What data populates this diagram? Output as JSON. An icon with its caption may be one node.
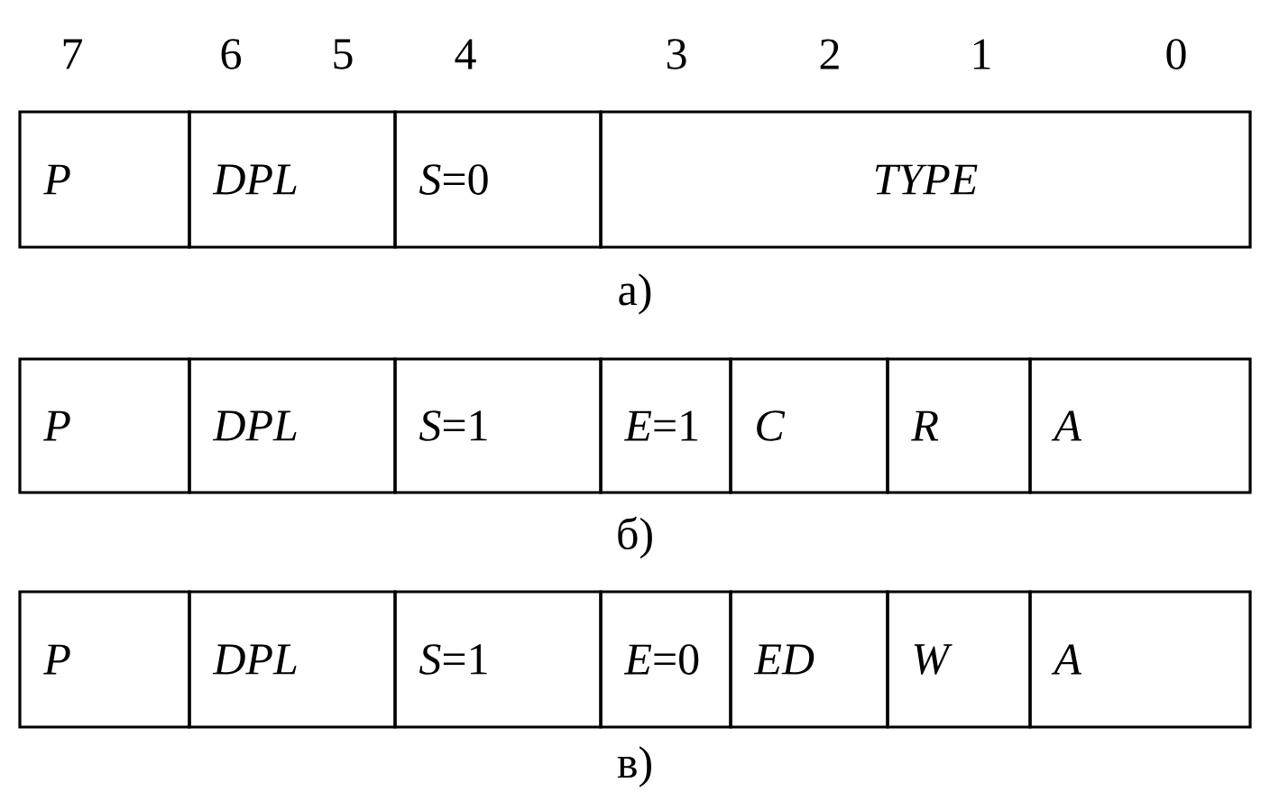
{
  "diagram": {
    "labels": [
      "7",
      "6",
      "5",
      "4",
      "3",
      "2",
      "1",
      "0",
      "P",
      "DPL",
      "*S*=0",
      "TYPE",
      "а)",
      "P",
      "DPL",
      "*S*=1",
      "*E*=1",
      "C",
      "R",
      "A",
      "б)",
      "P",
      "DPL",
      "*S*=1",
      "*E*=0",
      "ED",
      "W",
      "A",
      "в)"
    ]
  }
}
